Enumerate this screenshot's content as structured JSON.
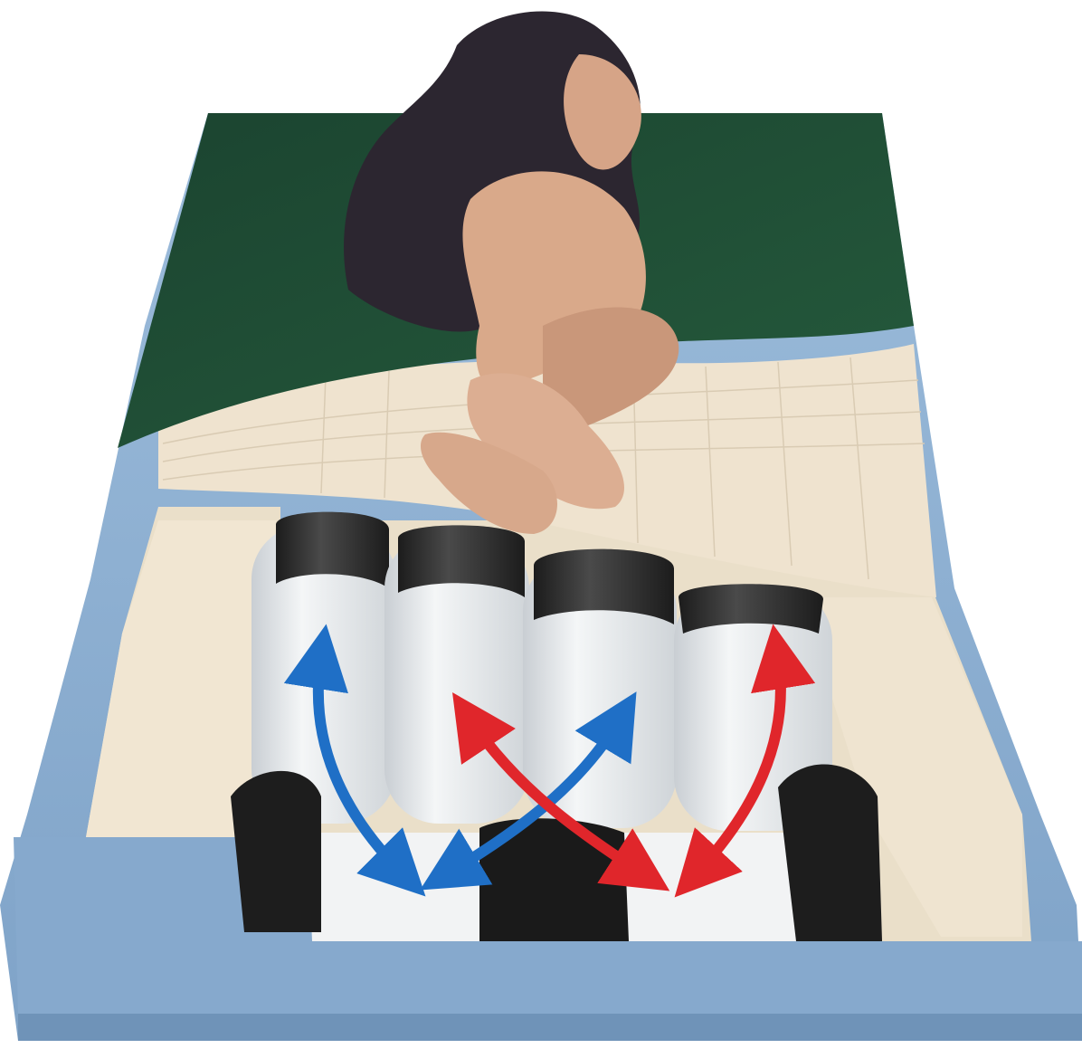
{
  "image": {
    "subject": "alternating-pressure-air-mattress-cutaway",
    "colors": {
      "background": "#ffffff",
      "outer_foam": "#8fb1d3",
      "outer_foam_shadow": "#6f93b8",
      "top_cover": "#1f4b32",
      "inner_foam": "#efe3cf",
      "air_cell": "#e9ecee",
      "air_cell_cap": "#2a2a2a",
      "arrow_blue": "#1f6fc6",
      "arrow_red": "#e0262b",
      "clothing": "#2c2630",
      "skin": "#d9a98a"
    },
    "air_cells": [
      {
        "cap": "dark"
      },
      {
        "cap": "dark"
      },
      {
        "cap": "dark"
      },
      {
        "cap": "dark"
      }
    ],
    "arrows": [
      {
        "color": "arrow_blue",
        "name": "blue-arrow-left"
      },
      {
        "color": "arrow_blue",
        "name": "blue-arrow-center"
      },
      {
        "color": "arrow_red",
        "name": "red-arrow-center"
      },
      {
        "color": "arrow_red",
        "name": "red-arrow-right"
      }
    ]
  }
}
